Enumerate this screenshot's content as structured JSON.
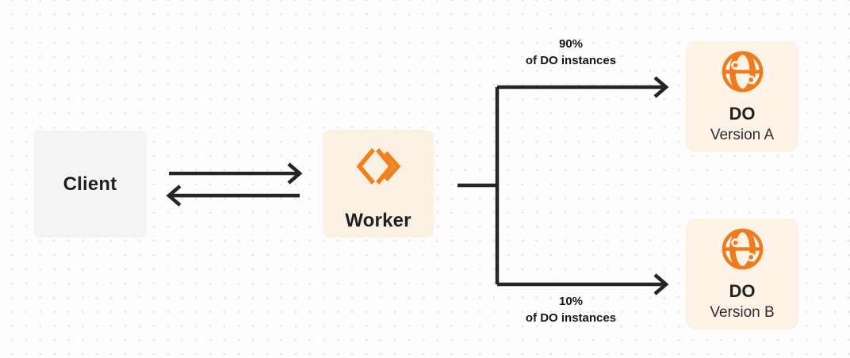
{
  "diagram": {
    "client": {
      "label": "Client"
    },
    "worker": {
      "label": "Worker",
      "icon": "cloudflare-workers-icon"
    },
    "routes": {
      "top": {
        "percent": "90%",
        "caption": "of DO instances"
      },
      "bottom": {
        "percent": "10%",
        "caption": "of DO instances"
      }
    },
    "durable_object_a": {
      "title": "DO",
      "subtitle": "Version A",
      "icon": "globe-icon"
    },
    "durable_object_b": {
      "title": "DO",
      "subtitle": "Version B",
      "icon": "globe-icon"
    },
    "colors": {
      "accent_orange": "#f0811f",
      "card_cream": "#fbf1e3",
      "card_gray": "#f4f4f5",
      "line_dark": "#232528",
      "dot_grid": "#e4e4e7"
    }
  }
}
